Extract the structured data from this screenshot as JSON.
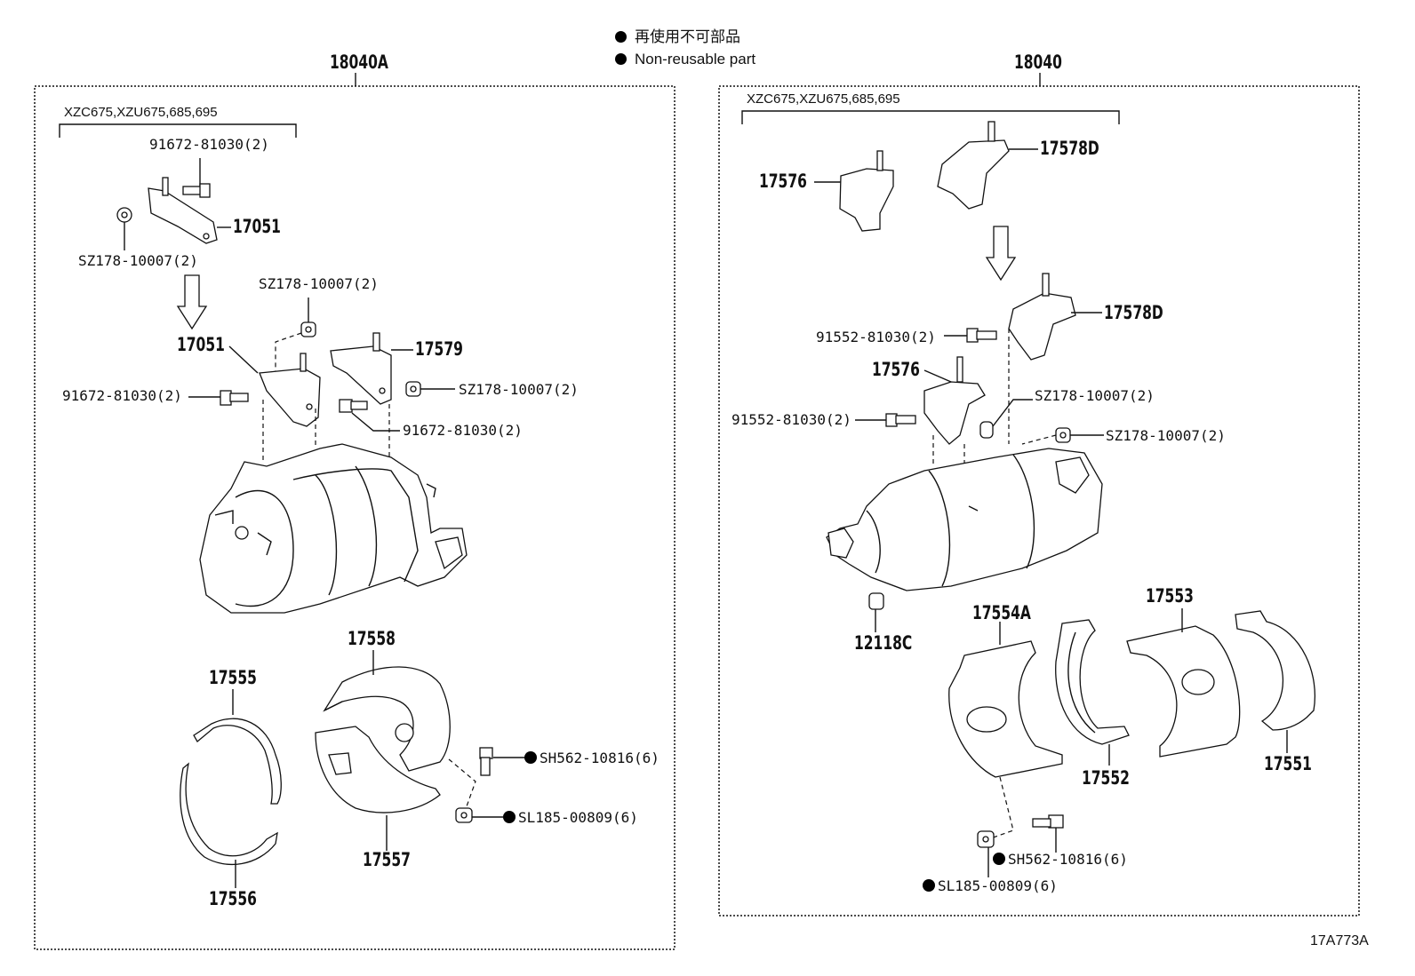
{
  "legend": {
    "line1": "再使用不可部品",
    "line2": "Non-reusable part"
  },
  "left_panel": {
    "assembly_no": "18040A",
    "models": "XZC675,XZU675,685,695",
    "labels": {
      "bolt_top": "91672-81030(2)",
      "bracket_top": "17051",
      "nut_top": "SZ178-10007(2)",
      "nut_mid": "SZ178-10007(2)",
      "bracket_mid": "17051",
      "bracket_17579": "17579",
      "bolt_left": "91672-81030(2)",
      "nut_right": "SZ178-10007(2)",
      "bolt_right": "91672-81030(2)",
      "insulator_17558": "17558",
      "band_17555": "17555",
      "bolt_sh": "SH562-10816(6)",
      "nut_sl": "SL185-00809(6)",
      "insulator_17557": "17557",
      "band_17556": "17556"
    }
  },
  "right_panel": {
    "assembly_no": "18040",
    "models": "XZC675,XZU675,685,695",
    "labels": {
      "bracket_17576_top": "17576",
      "bracket_17578d_top": "17578D",
      "bracket_17578d_mid": "17578D",
      "bolt_a": "91552-81030(2)",
      "bracket_17576_mid": "17576",
      "nut_a": "SZ178-10007(2)",
      "bolt_b": "91552-81030(2)",
      "nut_b": "SZ178-10007(2)",
      "plug": "12118C",
      "insulator_17554a": "17554A",
      "insulator_17553": "17553",
      "insulator_17552": "17552",
      "insulator_17551": "17551",
      "bolt_sh": "SH562-10816(6)",
      "nut_sl": "SL185-00809(6)"
    }
  },
  "figure_id": "17A773A"
}
